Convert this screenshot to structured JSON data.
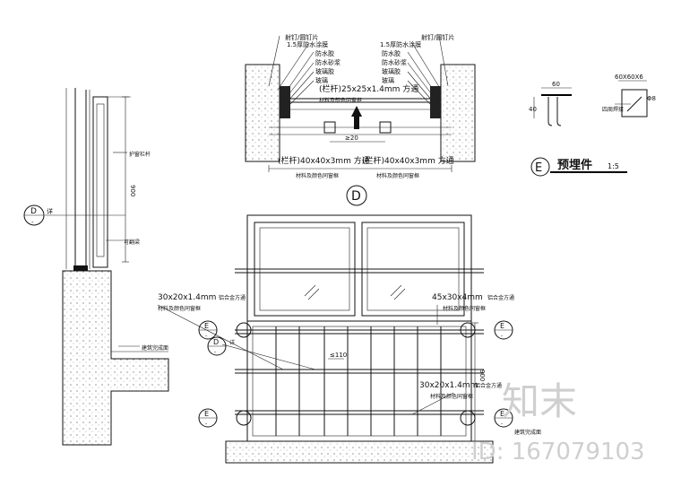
{
  "top_detail": {
    "labels_left": [
      "射钉/圆钉片",
      "1.5厚防水涂膜",
      "防水胶",
      "防水砂浆",
      "玻璃胶",
      "玻璃"
    ],
    "labels_right": [
      "1.5厚防水涂膜",
      "射钉/圆钉片",
      "防水胶",
      "防水砂浆",
      "玻璃胶",
      "玻璃"
    ],
    "center_spec": "(栏杆)25x25x1.4mm 方通",
    "center_note": "材料及颜色同窗框",
    "dim_center": "≥20",
    "bottom_left_spec": "(栏杆)40x40x3mm 方通",
    "bottom_right_spec": "(栏杆)40x40x3mm 方通",
    "bottom_note": "材料及颜色同窗框",
    "marker": "D"
  },
  "embed_detail": {
    "dim_top": "60",
    "dim_left": "40",
    "label_plate": "60X60X6",
    "label_dia": "Φ8",
    "label_weld": "四周焊接",
    "marker": "E",
    "title": "预埋件",
    "scale": "1:5"
  },
  "section_detail": {
    "label_rail": "护窗栏杆",
    "label_sill": "可翻梁",
    "label_floor": "建筑完成面",
    "height": "900",
    "marker_letter": "D",
    "marker_num": "-",
    "marker_suffix": "详"
  },
  "elevation": {
    "left_spec": "30x20x1.4mm",
    "left_note": "铝合金方通",
    "left_sub": "材料及颜色同窗框",
    "right_spec": "45x30x4mm",
    "right_note": "铝合金方通",
    "right_sub": "材料及颜色同窗框",
    "bottom_spec": "30x20x1.4mm",
    "bottom_note": "铝合金方通",
    "bottom_sub": "材料及颜色同窗框",
    "spacing": "≤110",
    "floor": "建筑完成面",
    "height": "900",
    "marker_E": "E",
    "marker_num": "-",
    "marker_D": "D",
    "marker_D_suffix": "详"
  },
  "watermark": {
    "brand": "知末",
    "id": "ID: 167079103"
  },
  "colors": {
    "line": "#111111",
    "hatch": "#444444",
    "watermark": "#cfcfcf"
  }
}
